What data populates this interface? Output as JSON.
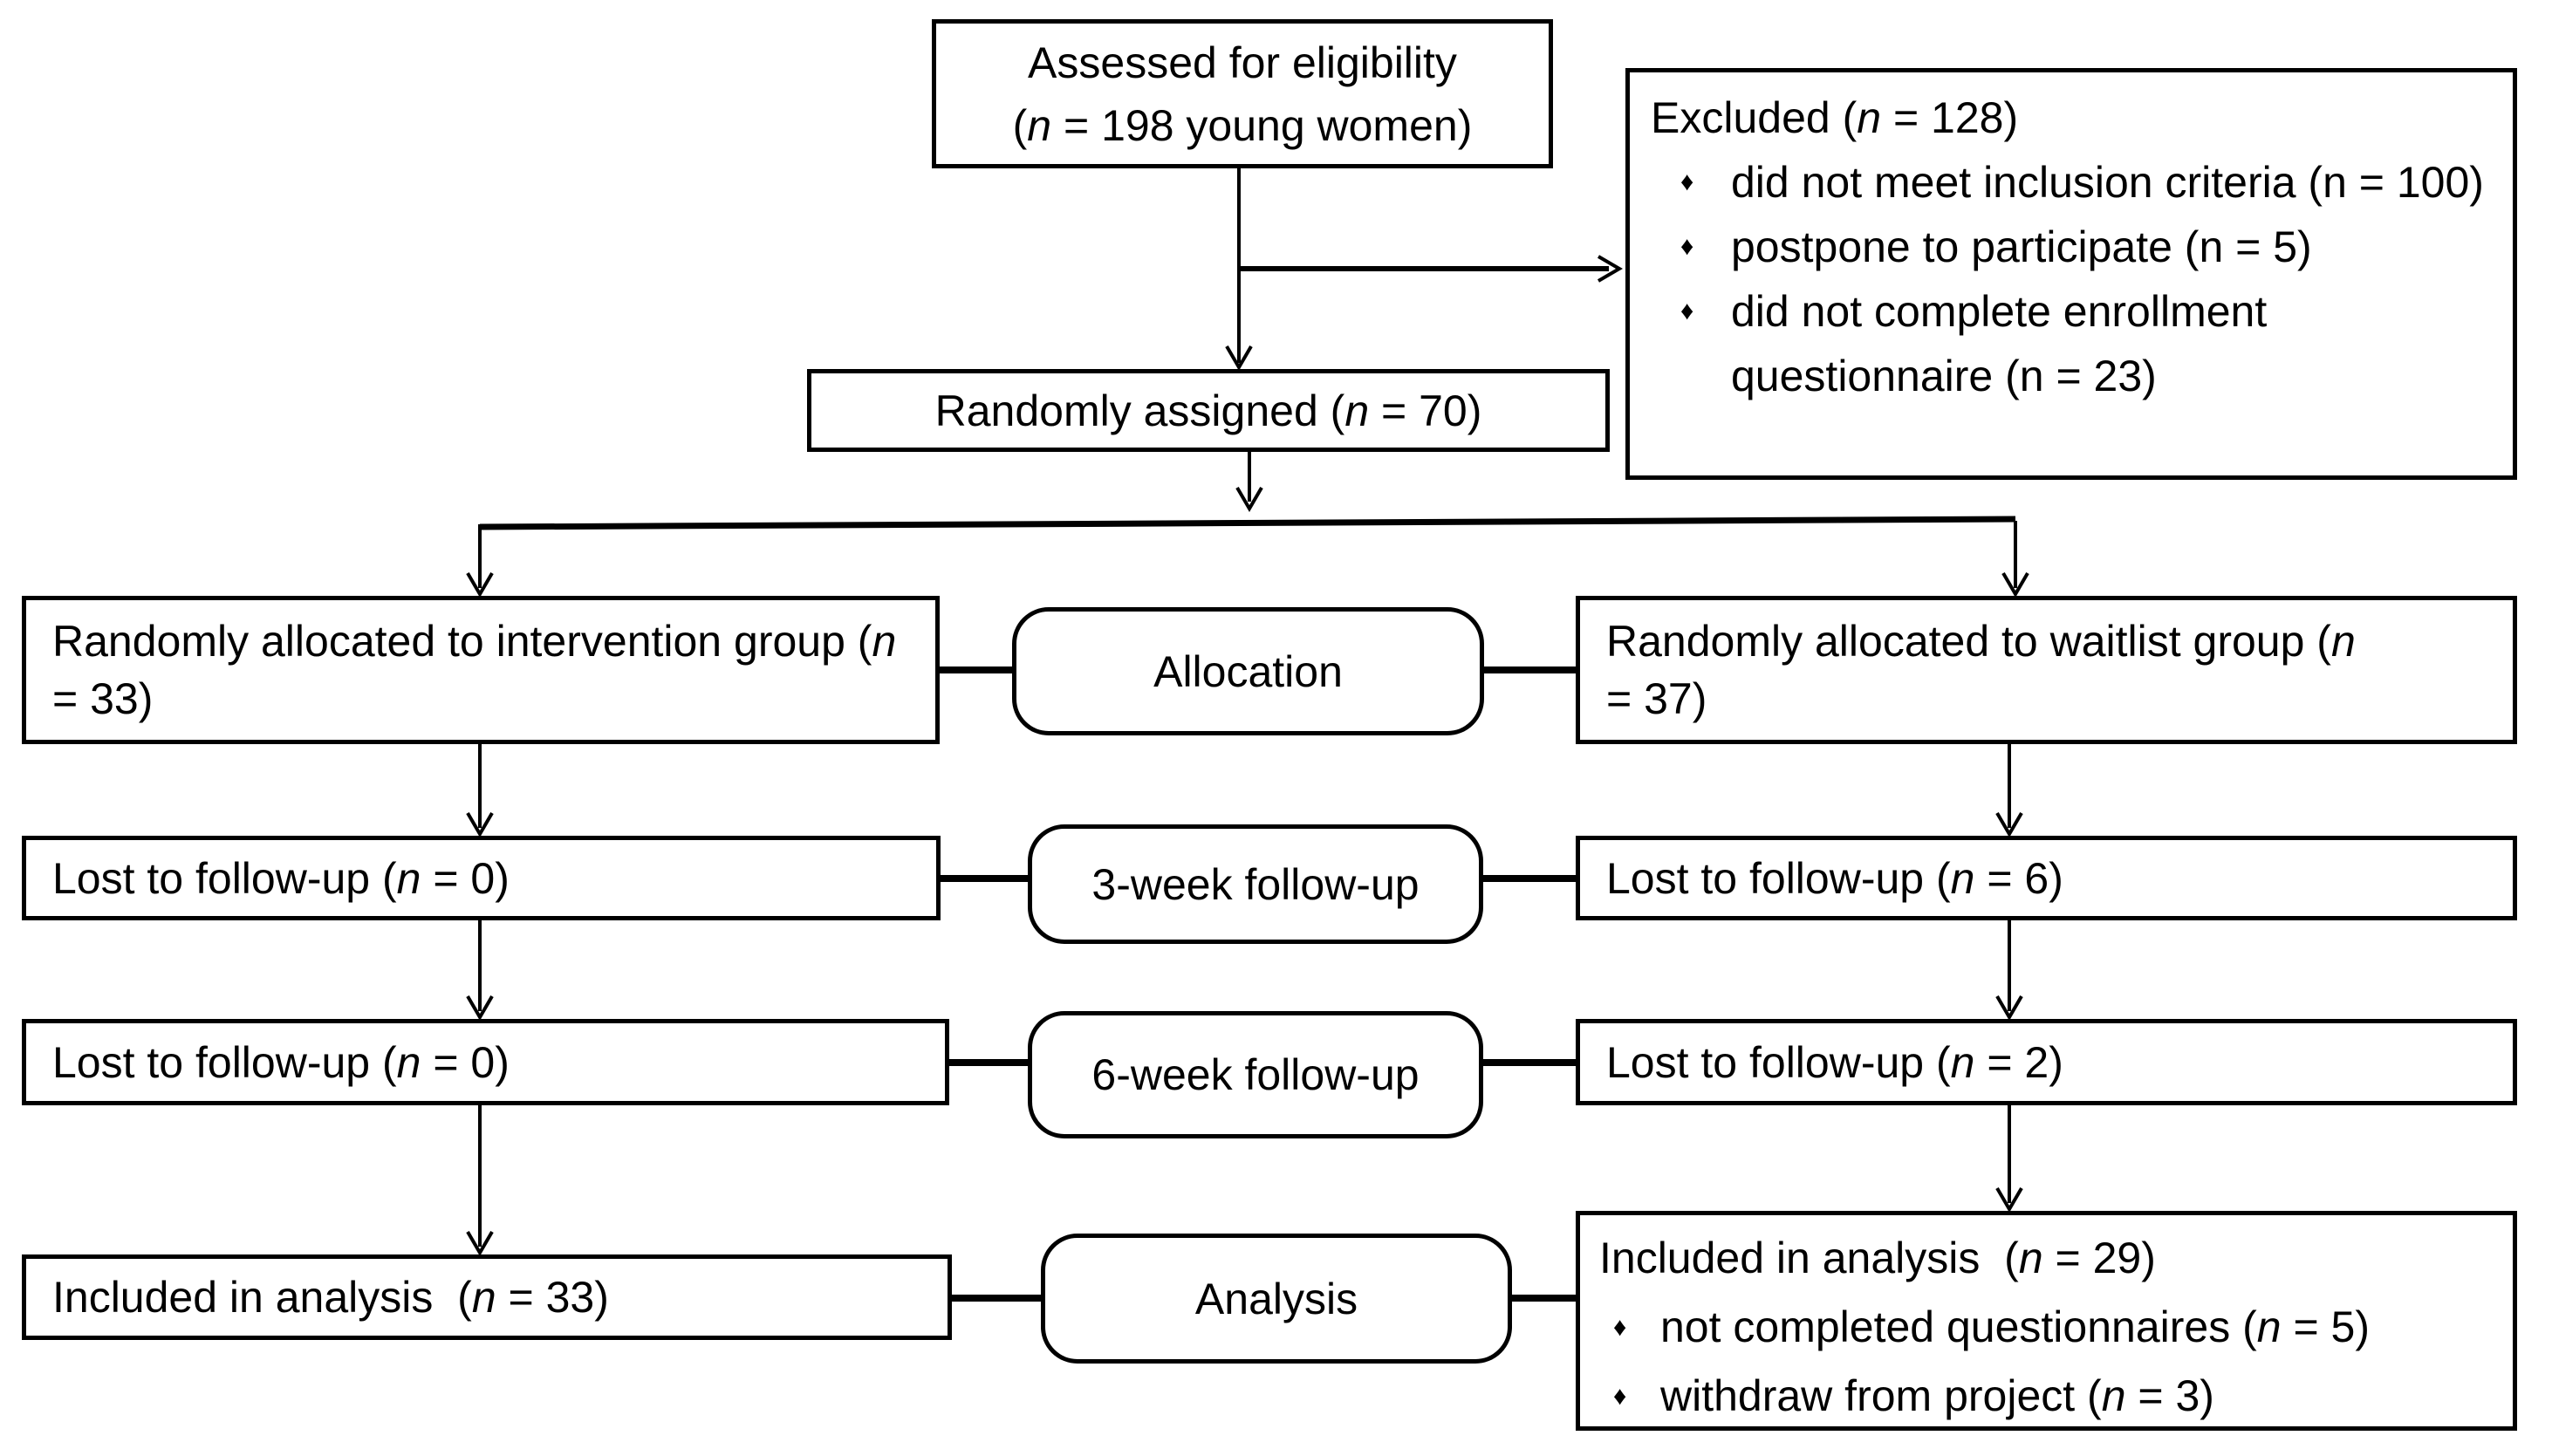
{
  "colors": {
    "background": "#ffffff",
    "border": "#000000",
    "text": "#000000"
  },
  "bullet_icon": "♦",
  "stages": {
    "allocation": "Allocation",
    "week3": "3-week follow-up",
    "week6": "6-week follow-up",
    "analysis": "Analysis"
  },
  "boxes": {
    "assessed": {
      "lines": [
        [
          {
            "t": "Assessed for eligibility"
          }
        ],
        [
          {
            "t": "("
          },
          {
            "t": "n",
            "em": true
          },
          {
            "t": " = 198 young women)"
          }
        ]
      ]
    },
    "excluded": {
      "title": [
        {
          "t": "Excluded ("
        },
        {
          "t": "n",
          "em": true
        },
        {
          "t": " = 128)"
        }
      ],
      "items": [
        [
          {
            "t": "did not meet inclusion criteria (n = 100)"
          }
        ],
        [
          {
            "t": "postpone to participate (n = 5)"
          }
        ],
        [
          {
            "t": "did not complete enrollment questionnaire (n = 23)"
          }
        ]
      ]
    },
    "randomized": {
      "text": [
        {
          "t": "Randomly assigned ("
        },
        {
          "t": "n",
          "em": true
        },
        {
          "t": " = 70)"
        }
      ]
    },
    "allocation_left": {
      "text": [
        {
          "t": "Randomly allocated to intervention group ("
        },
        {
          "t": "n",
          "em": true
        },
        {
          "t": " = 33)"
        }
      ]
    },
    "allocation_right": {
      "text": [
        {
          "t": "Randomly allocated to waitlist group ("
        },
        {
          "t": "n",
          "em": true
        },
        {
          "t": " = 37)"
        }
      ]
    },
    "lost_week3_left": {
      "text": [
        {
          "t": "Lost to follow-up ("
        },
        {
          "t": "n",
          "em": true
        },
        {
          "t": " = 0)"
        }
      ]
    },
    "lost_week3_right": {
      "text": [
        {
          "t": "Lost to follow-up ("
        },
        {
          "t": "n",
          "em": true
        },
        {
          "t": " = 6)"
        }
      ]
    },
    "lost_week6_left": {
      "text": [
        {
          "t": "Lost to follow-up ("
        },
        {
          "t": "n",
          "em": true
        },
        {
          "t": " = 0)"
        }
      ]
    },
    "lost_week6_right": {
      "text": [
        {
          "t": "Lost to follow-up ("
        },
        {
          "t": "n",
          "em": true
        },
        {
          "t": " = 2)"
        }
      ]
    },
    "analysis_left": {
      "text": [
        {
          "t": "Included in analysis  ("
        },
        {
          "t": "n",
          "em": true
        },
        {
          "t": " = 33)"
        }
      ]
    },
    "analysis_right": {
      "title": [
        {
          "t": "Included in analysis  ("
        },
        {
          "t": "n",
          "em": true
        },
        {
          "t": " = 29)"
        }
      ],
      "items": [
        [
          {
            "t": "not completed questionnaires ("
          },
          {
            "t": "n",
            "em": true
          },
          {
            "t": " = 5)"
          }
        ],
        [
          {
            "t": "withdraw from project ("
          },
          {
            "t": "n",
            "em": true
          },
          {
            "t": " = 3)"
          }
        ]
      ]
    }
  }
}
